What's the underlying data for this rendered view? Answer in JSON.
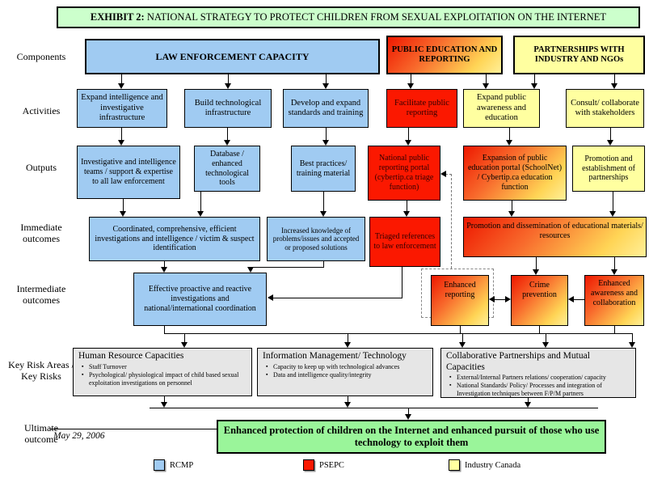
{
  "title": {
    "prefix": "EXHIBIT 2:",
    "text": " NATIONAL STRATEGY TO PROTECT CHILDREN FROM SEXUAL EXPLOITATION ON THE INTERNET"
  },
  "row_labels": {
    "components": "Components",
    "activities": "Activities",
    "outputs": "Outputs",
    "immediate": "Immediate outcomes",
    "intermediate": "Intermediate outcomes",
    "key_risks": "Key Risk Areas / Key Risks",
    "ultimate": "Ultimate outcome"
  },
  "components": {
    "law_enforcement": "LAW ENFORCEMENT CAPACITY",
    "public_education": "PUBLIC EDUCATION AND REPORTING",
    "partnerships": "PARTNERSHIPS WITH INDUSTRY AND NGOs"
  },
  "activities": {
    "expand_intelligence": "Expand intelligence and investigative infrastructure",
    "build_infrastructure": "Build technological infrastructure",
    "develop_standards": "Develop and expand standards and training",
    "facilitate_reporting": "Facilitate public reporting",
    "expand_awareness": "Expand public awareness and education",
    "consult_stakeholders": "Consult/ collaborate with stakeholders"
  },
  "outputs": {
    "investigative_teams": "Investigative and intelligence teams / support & expertise to all law enforcement",
    "database_tools": "Database / enhanced technological tools",
    "best_practices": "Best practices/ training material",
    "reporting_portal": "National public reporting portal (cybertip.ca triage function)",
    "education_portal": "Expansion of public education portal (SchoolNet) / Cybertip.ca education function",
    "promotion_partnerships": "Promotion and establishment of partnerships"
  },
  "immediate_outcomes": {
    "coordinated_investigations": "Coordinated, comprehensive, efficient investigations and intelligence / victim & suspect identification",
    "increased_knowledge": "Increased knowledge of problems/issues and accepted or proposed solutions",
    "triaged_references": "Triaged references to law enforcement",
    "promotion_dissemination": "Promotion and dissemination of educational materials/ resources"
  },
  "intermediate_outcomes": {
    "effective_investigations": "Effective proactive and reactive investigations and national/international coordination",
    "enhanced_reporting": "Enhanced reporting",
    "crime_prevention": "Crime prevention",
    "enhanced_awareness": "Enhanced awareness and collaboration"
  },
  "key_risks": [
    {
      "title": "Human Resource Capacities",
      "bullets": [
        "Staff Turnover",
        "Psychological/ physiological impact of child based sexual exploitation investigations on personnel"
      ]
    },
    {
      "title": "Information Management/ Technology",
      "bullets": [
        "Capacity to keep up with technological advances",
        "Data and intelligence quality/integrity"
      ]
    },
    {
      "title": "Collaborative Partnerships and Mutual Capacities",
      "bullets": [
        "External/Internal Partners relations/ cooperation/ capacity",
        "National Standards/ Policy/ Processes and integration of Investigation techniques between F/P/M partners"
      ]
    }
  ],
  "ultimate_outcome": {
    "text": "Enhanced protection of children on the Internet and enhanced pursuit of those who use technology to exploit them",
    "date_note": "May 29, 2006"
  },
  "legend": [
    {
      "label": "RCMP",
      "color": "#A0CBF2"
    },
    {
      "label": "PSEPC",
      "color": "#FB1800"
    },
    {
      "label": "Industry Canada",
      "color": "#FFFFA0"
    }
  ]
}
